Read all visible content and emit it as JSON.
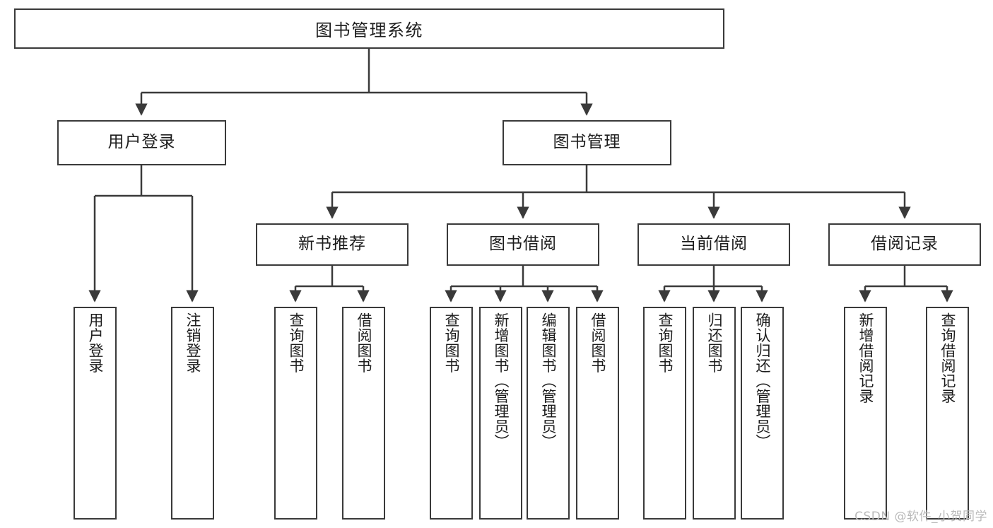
{
  "diagram": {
    "type": "tree-hierarchy",
    "title": "图书管理系统",
    "root": {
      "id": "root",
      "label": "图书管理系统",
      "orientation": "horizontal"
    },
    "level2": [
      {
        "id": "user-login",
        "label": "用户登录",
        "orientation": "horizontal"
      },
      {
        "id": "book-manage",
        "label": "图书管理",
        "orientation": "horizontal"
      }
    ],
    "level3": [
      {
        "id": "new-book-rec",
        "label": "新书推荐",
        "parent": "book-manage",
        "orientation": "horizontal"
      },
      {
        "id": "book-borrow",
        "label": "图书借阅",
        "parent": "book-manage",
        "orientation": "horizontal"
      },
      {
        "id": "current-borrow",
        "label": "当前借阅",
        "parent": "book-manage",
        "orientation": "horizontal"
      },
      {
        "id": "borrow-record",
        "label": "借阅记录",
        "parent": "book-manage",
        "orientation": "horizontal"
      }
    ],
    "leaves": [
      {
        "id": "leaf-user-login",
        "label": "用户登录",
        "parent": "user-login",
        "orientation": "vertical"
      },
      {
        "id": "leaf-user-logout",
        "label": "注销登录",
        "parent": "user-login",
        "orientation": "vertical"
      },
      {
        "id": "leaf-query-book-1",
        "label": "查询图书",
        "parent": "new-book-rec",
        "orientation": "vertical"
      },
      {
        "id": "leaf-borrow-book-1",
        "label": "借阅图书",
        "parent": "new-book-rec",
        "orientation": "vertical"
      },
      {
        "id": "leaf-query-book-2",
        "label": "查询图书",
        "parent": "book-borrow",
        "orientation": "vertical"
      },
      {
        "id": "leaf-add-book",
        "label": "新增图书（管理员）",
        "parent": "book-borrow",
        "orientation": "vertical"
      },
      {
        "id": "leaf-edit-book",
        "label": "编辑图书（管理员）",
        "parent": "book-borrow",
        "orientation": "vertical"
      },
      {
        "id": "leaf-borrow-book-2",
        "label": "借阅图书",
        "parent": "book-borrow",
        "orientation": "vertical"
      },
      {
        "id": "leaf-query-book-3",
        "label": "查询图书",
        "parent": "current-borrow",
        "orientation": "vertical"
      },
      {
        "id": "leaf-return-book",
        "label": "归还图书",
        "parent": "current-borrow",
        "orientation": "vertical"
      },
      {
        "id": "leaf-confirm-return",
        "label": "确认归还（管理员）",
        "parent": "current-borrow",
        "orientation": "vertical"
      },
      {
        "id": "leaf-add-record",
        "label": "新增借阅记录",
        "parent": "borrow-record",
        "orientation": "vertical"
      },
      {
        "id": "leaf-query-record",
        "label": "查询借阅记录",
        "parent": "borrow-record",
        "orientation": "vertical"
      }
    ],
    "colors": {
      "stroke": "#3a3a3a",
      "fill": "#ffffff",
      "text": "#1d1d1d",
      "watermark": "#b9b9b9"
    }
  },
  "watermark": {
    "text": "CSDN @软件_小贺同学"
  }
}
